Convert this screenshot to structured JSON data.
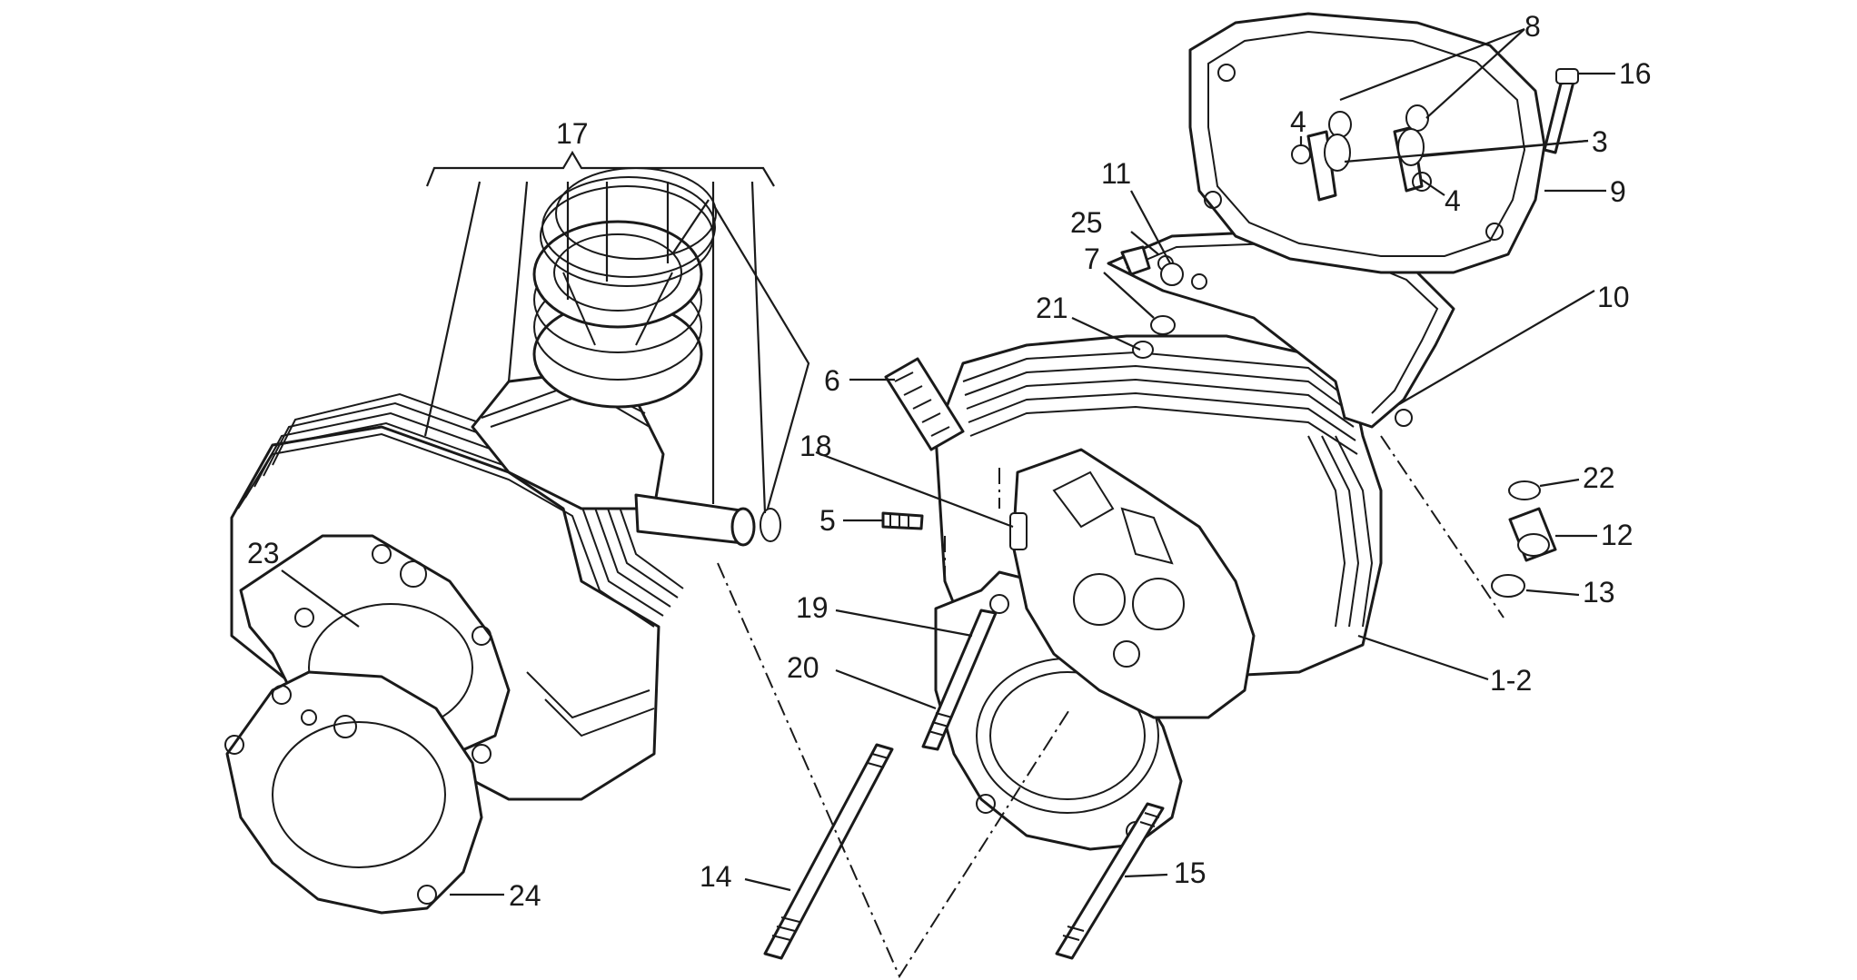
{
  "labels": {
    "l17": "17",
    "l8": "8",
    "l16": "16",
    "l4a": "4",
    "l3": "3",
    "l4b": "4",
    "l9": "9",
    "l11": "11",
    "l25": "25",
    "l7": "7",
    "l21": "21",
    "l10": "10",
    "l6": "6",
    "l18": "18",
    "l22": "22",
    "l5": "5",
    "l12": "12",
    "l13": "13",
    "l23": "23",
    "l19": "19",
    "l20": "20",
    "l1_2": "1-2",
    "l14": "14",
    "l15": "15",
    "l24": "24"
  }
}
